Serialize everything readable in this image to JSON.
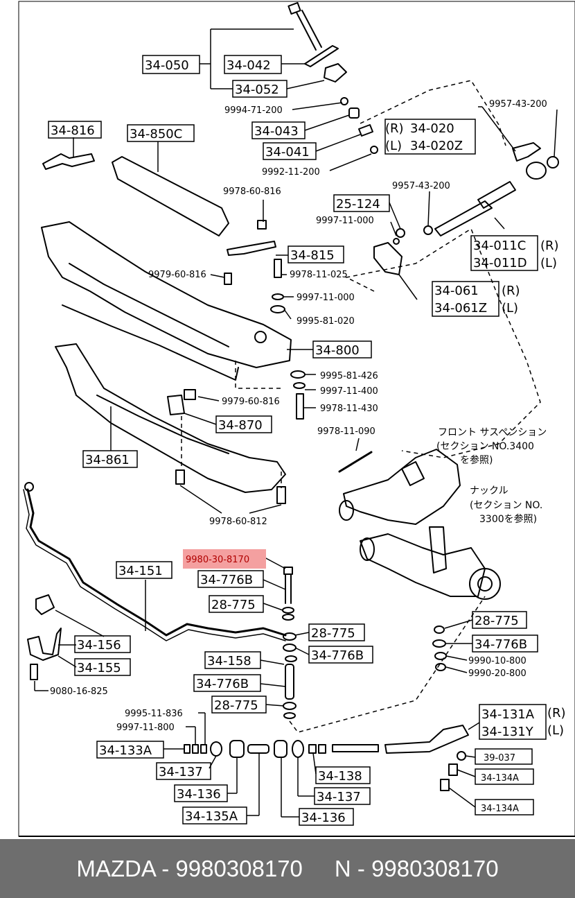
{
  "labels": {
    "p34050": "34-050",
    "p34042": "34-042",
    "p34052": "34-052",
    "p9994_71_200": "9994-71-200",
    "p34043": "34-043",
    "p34041": "34-041",
    "p9992_11_200": "9992-11-200",
    "p34816": "34-816",
    "p34850C": "34-850C",
    "r_mark": "(R)",
    "l_mark": "(L)",
    "p34020": "34-020",
    "p34020Z": "34-020Z",
    "p9957_43_200a": "9957-43-200",
    "p9957_43_200b": "9957-43-200",
    "p9978_60_816a": "9978-60-816",
    "p25124": "25-124",
    "p9997_11_000a": "9997-11-000",
    "p34011C": "34-011C",
    "p34011D": "34-011D",
    "r_mark2": "(R)",
    "l_mark2": "(L)",
    "p34815": "34-815",
    "p9979_60_816a": "9979-60-816",
    "p9978_11_025": "9978-11-025",
    "p34061": "34-061",
    "p34061Z": "34-061Z",
    "r_mark3": "(R)",
    "l_mark3": "(L)",
    "p9997_11_000b": "9997-11-000",
    "p9995_81_020": "9995-81-020",
    "p34800": "34-800",
    "p9995_81_426": "9995-81-426",
    "p9997_11_400": "9997-11-400",
    "p9979_60_816b": "9979-60-816",
    "p9978_11_430": "9978-11-430",
    "p34870": "34-870",
    "p9978_11_090": "9978-11-090",
    "jp_line1": "フロント サスペンション",
    "jp_line2": "(セクション NO.3400",
    "jp_line3": "を参照)",
    "jp_line4": "ナックル",
    "jp_line5": "(セクション NO.",
    "jp_line6": "3300を参照)",
    "p34861": "34-861",
    "p9978_60_812": "9978-60-812",
    "p9980_30_8170": "9980-30-8170",
    "p34151": "34-151",
    "p34776B_a": "34-776B",
    "p28775_a": "28-775",
    "p28775_b": "28-775",
    "p34776B_b": "34-776B",
    "p34156": "34-156",
    "p34155": "34-155",
    "p34158": "34-158",
    "p34776B_c": "34-776B",
    "p28775_c": "28-775",
    "p9080_16_825": "9080-16-825",
    "p28775_d": "28-775",
    "p34776B_d": "34-776B",
    "p9990_10_800": "9990-10-800",
    "p9990_20_800": "9990-20-800",
    "p9995_11_836": "9995-11-836",
    "p9997_11_800": "9997-11-800",
    "p34133A": "34-133A",
    "p34137a": "34-137",
    "p34136a": "34-136",
    "p34135A": "34-135A",
    "p34138": "34-138",
    "p34137b": "34-137",
    "p34136b": "34-136",
    "p34131A": "34-131A",
    "p34131Y": "34-131Y",
    "r_mark4": "(R)",
    "l_mark4": "(L)",
    "p39037": "39-037",
    "p34134A_a": "34-134A",
    "p34134A_b": "34-134A"
  },
  "footer": {
    "left": "MAZDA - 9980308170",
    "right": "N - 9980308170"
  },
  "colors": {
    "highlight_bg": "#f4a0a0",
    "highlight_text": "#b00000",
    "footer_bg": "#6e6e6e"
  }
}
